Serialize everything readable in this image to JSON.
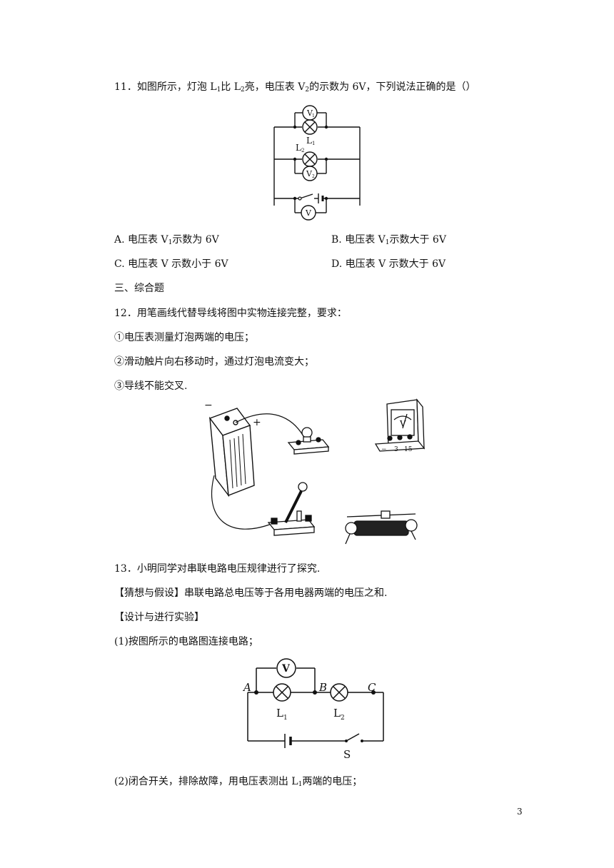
{
  "q11": {
    "stem_a": "11．如图所示，灯泡 L",
    "sub1": "1",
    "stem_b": "比 L",
    "sub2": "2",
    "stem_c": "亮，电压表 V",
    "sub3": "2",
    "stem_d": "的示数为 6V，下列说法正确的是（）",
    "figure": {
      "v1_label": "V1",
      "v1_sub": "1",
      "v2_label": "V",
      "v2_sub": "2",
      "v_label": "V",
      "l1_label": "L",
      "l1_sub": "1",
      "l2_label": "L",
      "l2_sub": "2"
    },
    "options": {
      "a_pre": "A. 电压表 V",
      "a_sub": "1",
      "a_post": "示数为 6V",
      "b_pre": "B. 电压表 V",
      "b_sub": "1",
      "b_post": "示数大于 6V",
      "c": "C. 电压表 V 示数小于 6V",
      "d": "D. 电压表 V 示数大于 6V"
    }
  },
  "section3": "三、综合题",
  "q12": {
    "stem": "12．用笔画线代替导线将图中实物连接完整，要求：",
    "req1": "①电压表测量灯泡两端的电压；",
    "req2": "②滑动触片向右移动时，通过灯泡电流变大；",
    "req3": "③导线不能交叉.",
    "figure": {
      "minus": "−",
      "plus": "+",
      "meter_v": "V",
      "term_minus": "−",
      "term_3": "3",
      "term_15": "15"
    }
  },
  "q13": {
    "stem": "13．小明同学对串联电路电压规律进行了探究.",
    "hypothesis": "【猜想与假设】串联电路总电压等于各用电器两端的电压之和.",
    "design": "【设计与进行实验】",
    "step1": "(1)按图所示的电路图连接电路；",
    "figure": {
      "v": "V",
      "a": "A",
      "b": "B",
      "c": "C",
      "l1": "L",
      "l1_sub": "1",
      "l2": "L",
      "l2_sub": "2",
      "s": "S"
    },
    "step2_pre": "(2)闭合开关，排除故障，用电压表测出 L",
    "step2_sub": "1",
    "step2_post": "两端的电压；"
  },
  "page_number": "3"
}
